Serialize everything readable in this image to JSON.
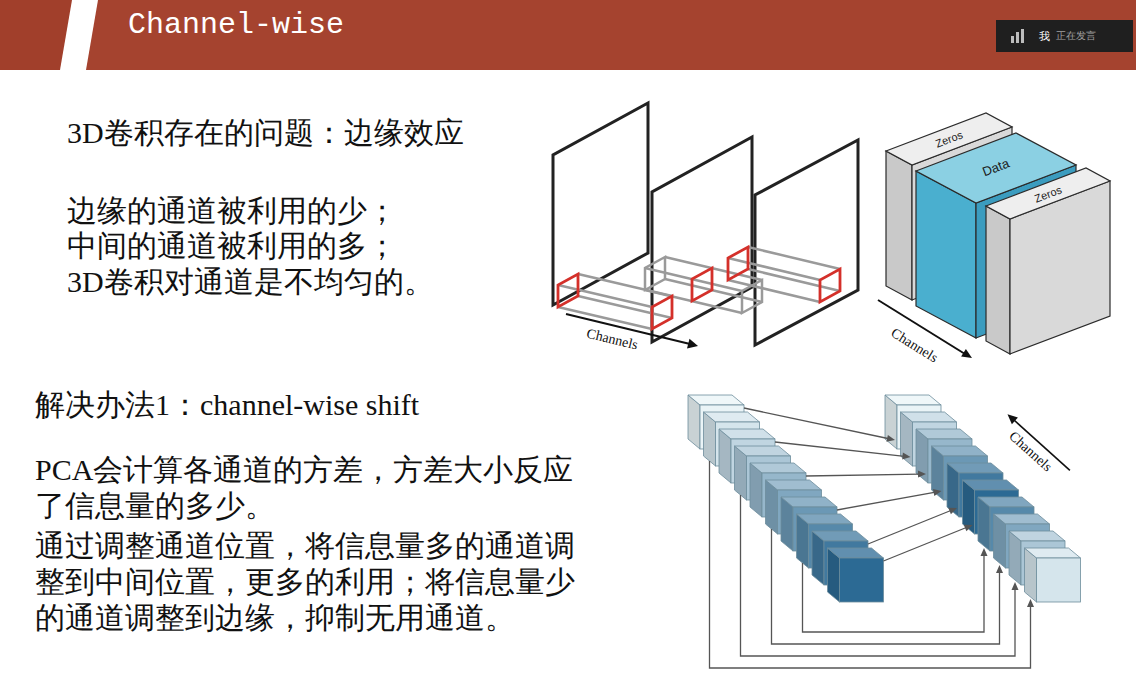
{
  "diagram": {
    "title": "Channel-wise",
    "nodes": [
      {
        "text": [
          "我",
          "正在发言"
        ]
      },
      {
        "text": [
          "Zeros"
        ]
      },
      {
        "text": [
          "Data"
        ]
      },
      {
        "text": [
          "Zeros"
        ]
      }
    ],
    "labels": [
      "3D卷积存在的问题：边缘效应",
      "边缘的通道被利用的少；",
      "中间的通道被利用的多；",
      "3D卷积对通道是不均匀的。",
      "解决办法1：channel-wise shift",
      "PCA会计算各通道的方差，方差大小反应了信息量的多少。",
      "通过调整通道位置，将信息量多的通道调整到中间位置，更多的利用；将信息量少的通道调整到边缘，抑制无用通道。",
      "Channels",
      "Channels",
      "Channels"
    ]
  }
}
